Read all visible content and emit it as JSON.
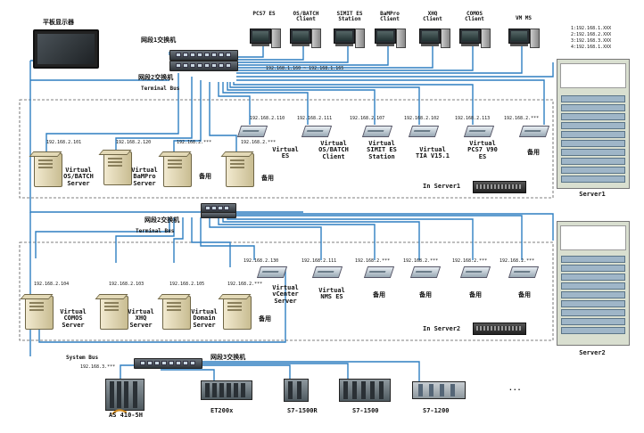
{
  "display": {
    "label": "平板显示器"
  },
  "top_switch": {
    "label": "网段1交换机",
    "range": "192.168.1.160 ~ 192.168.1.165"
  },
  "terminal_bus_1": {
    "label": "网段2交换机",
    "bus": "Terminal Bus"
  },
  "terminal_bus_2": {
    "label": "网段2交换机",
    "bus": "Terminal Bus"
  },
  "system_bus": {
    "label": "网段3交换机",
    "bus": "System Bus",
    "ip": "192.168.3.***"
  },
  "top_stations": [
    {
      "name": "PCS7 ES"
    },
    {
      "name": "OS/BATCH\nClient"
    },
    {
      "name": "SIMIT ES\nStation"
    },
    {
      "name": "BaMPro\nClient"
    },
    {
      "name": "XHQ\nClient"
    },
    {
      "name": "COMOS\nClient"
    },
    {
      "name": "VM MS"
    }
  ],
  "server1": {
    "label": "Server1",
    "in_label": "In Server1",
    "ip_list": [
      "1:192.168.1.XXX",
      "2:192.168.2.XXX",
      "3:192.168.3.XXX",
      "4:192.168.1.XXX"
    ],
    "physical": [
      {
        "ip": "192.168.2.101",
        "name": "Virtual\nOS/BATCH\nServer"
      },
      {
        "ip": "192.168.2.120",
        "name": "Virtual\nBaMPro\nServer"
      },
      {
        "ip": "192.168.2.***",
        "name": "备用"
      },
      {
        "ip": "192.168.2.***",
        "name": "备用"
      }
    ],
    "virtual": [
      {
        "ip": "192.168.2.110",
        "name": "Virtual\nES"
      },
      {
        "ip": "192.168.2.111",
        "name": "Virtual\nOS/BATCH\nClient"
      },
      {
        "ip": "192.168.2.107",
        "name": "Virtual\nSIMIT ES\nStation"
      },
      {
        "ip": "192.168.2.102",
        "name": "Virtual\nTIA V15.1"
      },
      {
        "ip": "192.168.2.113",
        "name": "Virtual\nPCS7 V90\nES"
      },
      {
        "ip": "192.168.2.***",
        "name": "备用"
      }
    ]
  },
  "server2": {
    "label": "Server2",
    "in_label": "In Server2",
    "physical": [
      {
        "ip": "192.168.2.104",
        "name": "Virtual\nCOMOS\nServer"
      },
      {
        "ip": "192.168.2.103",
        "name": "Virtual\nXHQ\nServer"
      },
      {
        "ip": "192.168.2.105",
        "name": "Virtual\nDomain\nServer"
      },
      {
        "ip": "192.168.2.***",
        "name": "备用"
      }
    ],
    "virtual": [
      {
        "ip": "192.168.2.130",
        "name": "Virtual\nvCenter\nServer"
      },
      {
        "ip": "192.168.2.111",
        "name": "Virtual\nNMS ES"
      },
      {
        "ip": "192.168.2.***",
        "name": "备用"
      },
      {
        "ip": "192.168.2.***",
        "name": "备用"
      },
      {
        "ip": "192.168.2.***",
        "name": "备用"
      },
      {
        "ip": "192.168.2.***",
        "name": "备用"
      }
    ]
  },
  "field_devices": [
    {
      "name": "AS 410-5H"
    },
    {
      "name": "ET200x"
    },
    {
      "name": "S7-1500R"
    },
    {
      "name": "S7-1500"
    },
    {
      "name": "S7-1200"
    },
    {
      "name": "..."
    }
  ],
  "colors": {
    "wire": "#2f7fc1",
    "dashed_box": "#555555"
  }
}
